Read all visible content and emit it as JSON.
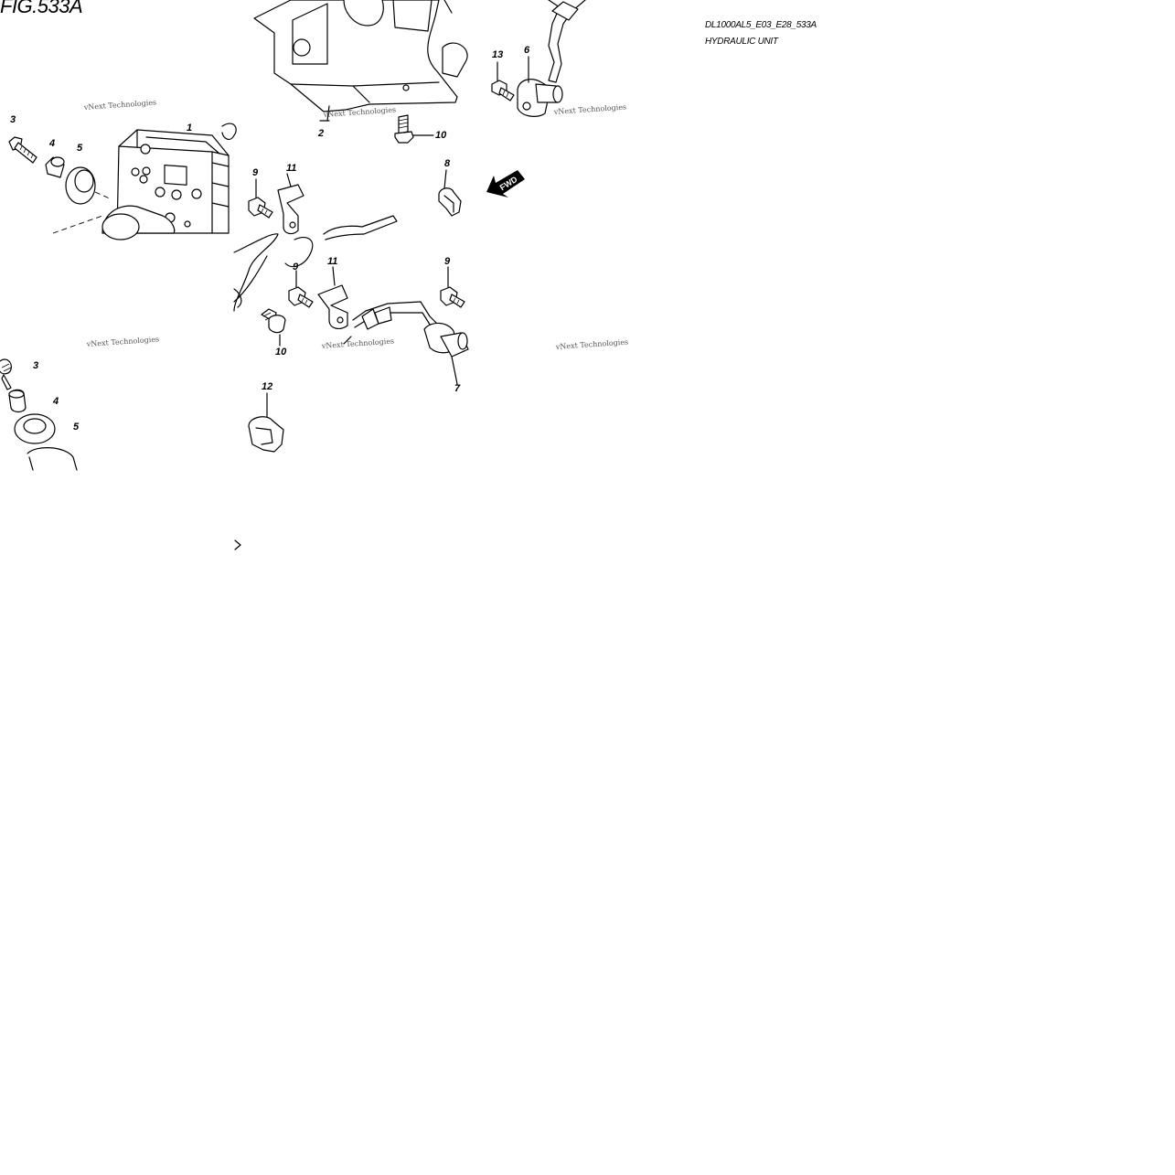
{
  "header": {
    "figure_title": "FIG.533A",
    "diagram_code": "DL1000AL5_E03_E28_533A",
    "diagram_name": "HYDRAULIC UNIT"
  },
  "fwd_marker": {
    "label": "FWD"
  },
  "watermark": {
    "text": "vNext Technologies"
  },
  "callouts": {
    "c1": "1",
    "c2": "2",
    "c3a": "3",
    "c3b": "3",
    "c4a": "4",
    "c4b": "4",
    "c5a": "5",
    "c5b": "5",
    "c6": "6",
    "c7": "7",
    "c8": "8",
    "c9a": "9",
    "c9b": "9",
    "c9c": "9",
    "c10a": "10",
    "c10b": "10",
    "c11a": "11",
    "c11b": "11",
    "c12": "12",
    "c13": "13"
  }
}
